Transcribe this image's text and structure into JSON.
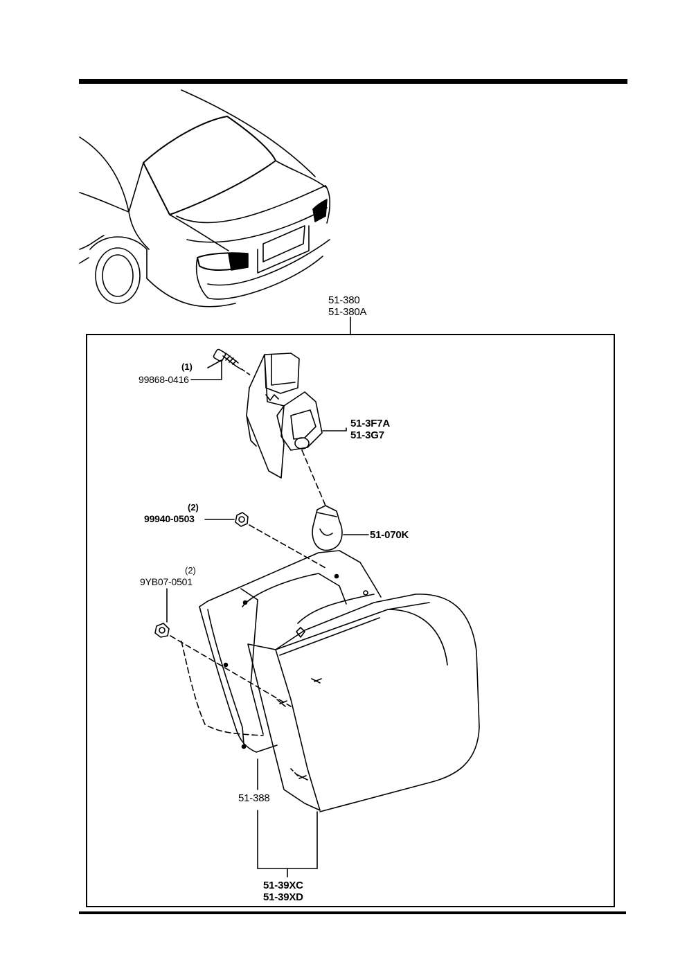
{
  "callouts": {
    "assembly_lines": [
      "51-380",
      "51-380A"
    ],
    "screw": {
      "qty": "(1)",
      "part": "99868-0416"
    },
    "socket_lines": [
      "51-3F7A",
      "51-3G7"
    ],
    "nut": {
      "qty": "(2)",
      "part": "99940-0503"
    },
    "bulb": "51-070K",
    "clip": {
      "qty": "(2)",
      "part": "9YB07-0501"
    },
    "gasket": "51-388",
    "lens_lines": [
      "51-39XC",
      "51-39XD"
    ]
  }
}
